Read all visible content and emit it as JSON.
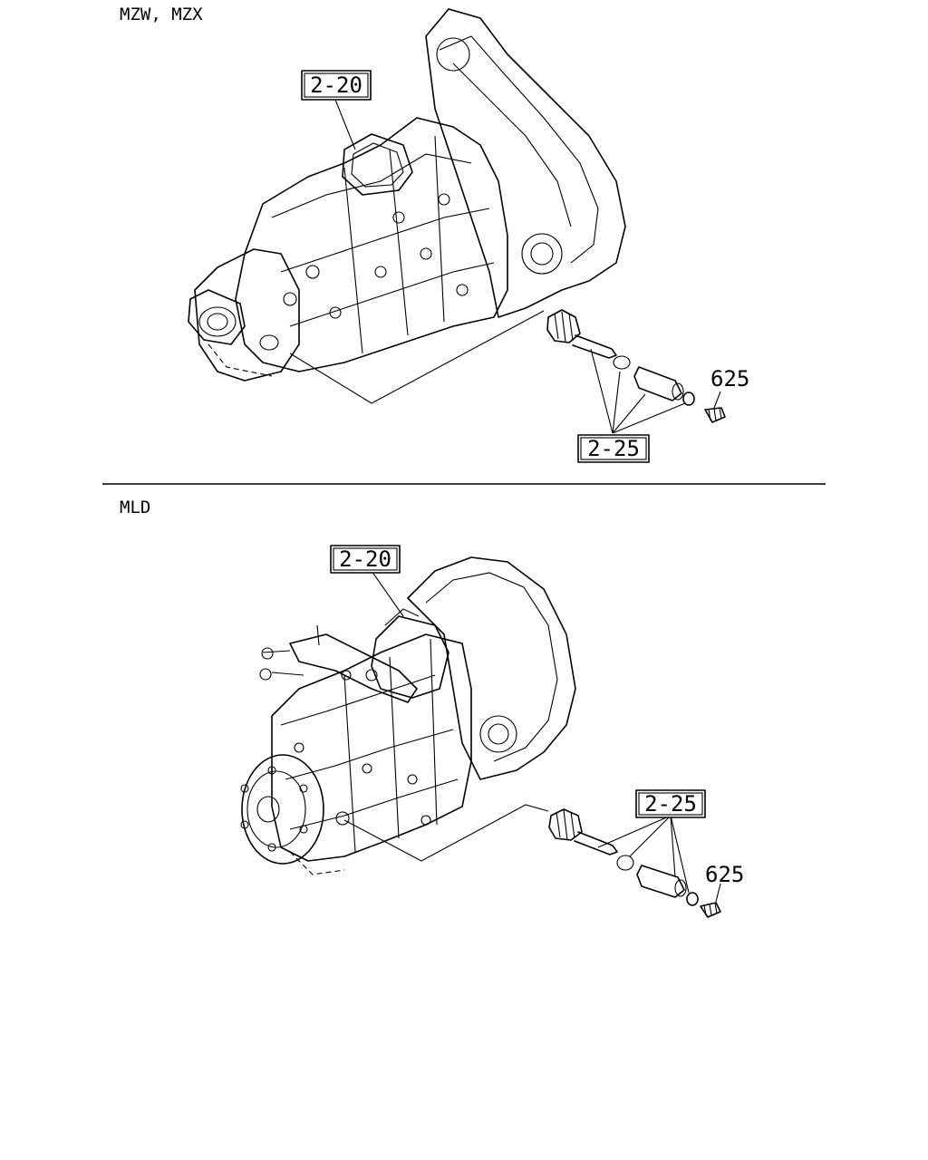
{
  "sections": [
    {
      "model_label": "MZW, MZX",
      "callouts": {
        "transmission": "2-20",
        "speedometer_parts": "2-25",
        "cap": "625"
      }
    },
    {
      "model_label": "MLD",
      "callouts": {
        "transmission": "2-20",
        "speedometer_parts": "2-25",
        "cap": "625"
      }
    }
  ]
}
